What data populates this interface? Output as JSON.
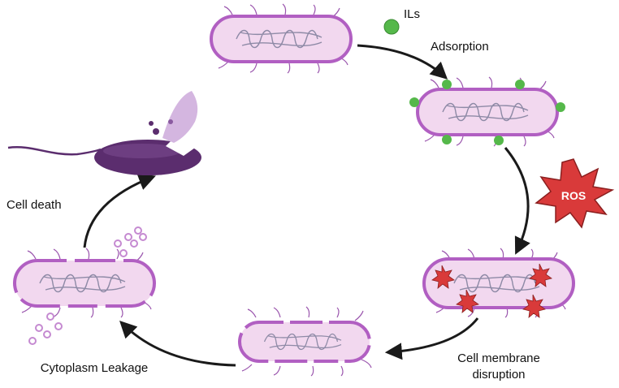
{
  "labels": {
    "ils": "ILs",
    "adsorption": "Adsorption",
    "ros": "ROS",
    "membrane_line1": "Cell membrane",
    "membrane_line2": "disruption",
    "leakage": "Cytoplasm Leakage",
    "death": "Cell death"
  },
  "colors": {
    "membrane": "#b15fc2",
    "cytoplasm": "#f2d8ef",
    "dna": "#8e8aa6",
    "il_particle": "#55b84a",
    "ros_star": "#d93a3a",
    "dead_cell": "#5b2d6e",
    "arrow": "#1a1a1a"
  }
}
